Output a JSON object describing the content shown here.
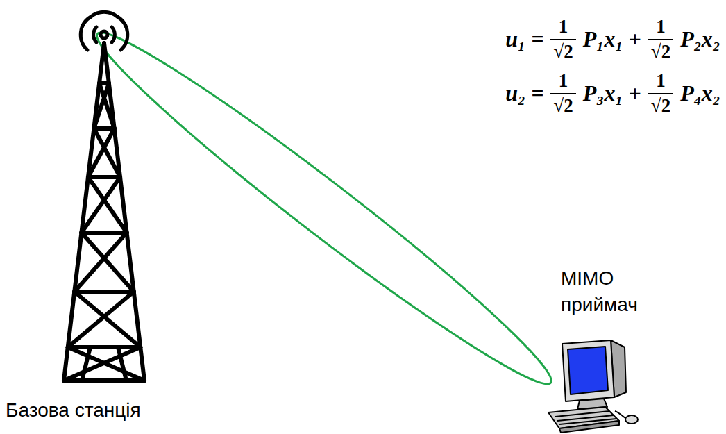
{
  "diagram": {
    "labels": [
      "u₁ =",
      "1",
      "√2",
      "P₁x₁ +",
      "1",
      "√2",
      "P₂x₂",
      "u₂ =",
      "1",
      "√2",
      "P₃x₁ +",
      "1",
      "√2",
      "P₄x₂",
      "MIMO приймач",
      "Базова станція"
    ]
  }
}
